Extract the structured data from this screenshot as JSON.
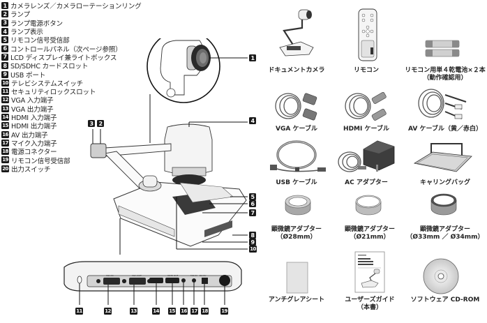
{
  "parts_legend": [
    {
      "num": "1",
      "label": "カメラレンズ／カメラローテーションリング"
    },
    {
      "num": "2",
      "label": "ランプ"
    },
    {
      "num": "3",
      "label": "ランプ電源ボタン"
    },
    {
      "num": "4",
      "label": "ランプ表示"
    },
    {
      "num": "5",
      "label": "リモコン信号受信部"
    },
    {
      "num": "6",
      "label": "コントロールパネル（次ページ参照）"
    },
    {
      "num": "7",
      "label": "LCD ディスプレイ兼ライトボックス"
    },
    {
      "num": "8",
      "label": "SD/SDHC カードスロット"
    },
    {
      "num": "9",
      "label": "USB ポート"
    },
    {
      "num": "10",
      "label": "テレビシステムスイッチ"
    },
    {
      "num": "11",
      "label": "セキュリティロックスロット"
    },
    {
      "num": "12",
      "label": "VGA 入力端子"
    },
    {
      "num": "13",
      "label": "VGA 出力端子"
    },
    {
      "num": "14",
      "label": "HDMI 入力端子"
    },
    {
      "num": "15",
      "label": "HDMI 出力端子"
    },
    {
      "num": "16",
      "label": "AV 出力端子"
    },
    {
      "num": "17",
      "label": "マイク入力端子"
    },
    {
      "num": "18",
      "label": "電源コネクター"
    },
    {
      "num": "19",
      "label": "リモコン信号受信部"
    },
    {
      "num": "20",
      "label": "出力スイッチ"
    }
  ],
  "callouts": {
    "c1": "1",
    "c2": "2",
    "c3": "3",
    "c4": "4",
    "c5": "5",
    "c6": "6",
    "c7": "7",
    "c8": "8",
    "c9": "9",
    "c10": "10",
    "c11": "11",
    "c12": "12",
    "c13": "13",
    "c14": "14",
    "c15": "15",
    "c16": "16",
    "c17": "17",
    "c18": "18",
    "c19": "19"
  },
  "back_panel_labels": {
    "vga_in": "VGA IN",
    "vga_out": "VGA OUT",
    "hdmi_out": "HDMI OUT",
    "mic_in": "MIC IN",
    "dc": "DC 5V"
  },
  "accessories": [
    {
      "id": "document-camera",
      "label": "ドキュメントカメラ",
      "sub": ""
    },
    {
      "id": "remote",
      "label": "リモコン",
      "sub": ""
    },
    {
      "id": "batteries",
      "label": "リモコン用単４乾電池×２本",
      "sub": "（動作確認用）"
    },
    {
      "id": "vga-cable",
      "label": "VGA ケーブル",
      "sub": ""
    },
    {
      "id": "hdmi-cable",
      "label": "HDMI ケーブル",
      "sub": ""
    },
    {
      "id": "av-cable",
      "label": "AV ケーブル（黄／赤白）",
      "sub": ""
    },
    {
      "id": "usb-cable",
      "label": "USB ケーブル",
      "sub": ""
    },
    {
      "id": "ac-adapter",
      "label": "AC アダプター",
      "sub": ""
    },
    {
      "id": "carrying-bag",
      "label": "キャリングバッグ",
      "sub": ""
    },
    {
      "id": "microscope-adapter-28",
      "label": "顕微鏡アダプター",
      "sub": "（Ø28mm）"
    },
    {
      "id": "microscope-adapter-21",
      "label": "顕微鏡アダプター",
      "sub": "（Ø21mm）"
    },
    {
      "id": "microscope-adapter-33-34",
      "label": "顕微鏡アダプター",
      "sub": "（Ø33mm ／ Ø34mm）"
    },
    {
      "id": "anti-glare-sheet",
      "label": "アンチグレアシート",
      "sub": ""
    },
    {
      "id": "user-guide",
      "label": "ユーザーズガイド",
      "sub": "（本書）"
    },
    {
      "id": "software-cd",
      "label": "ソフトウェア CD-ROM",
      "sub": ""
    }
  ],
  "colors": {
    "ink": "#1a1a1a",
    "gray_light": "#d9d9d9",
    "gray_mid": "#9a9a9a",
    "gray_dark": "#555555"
  }
}
